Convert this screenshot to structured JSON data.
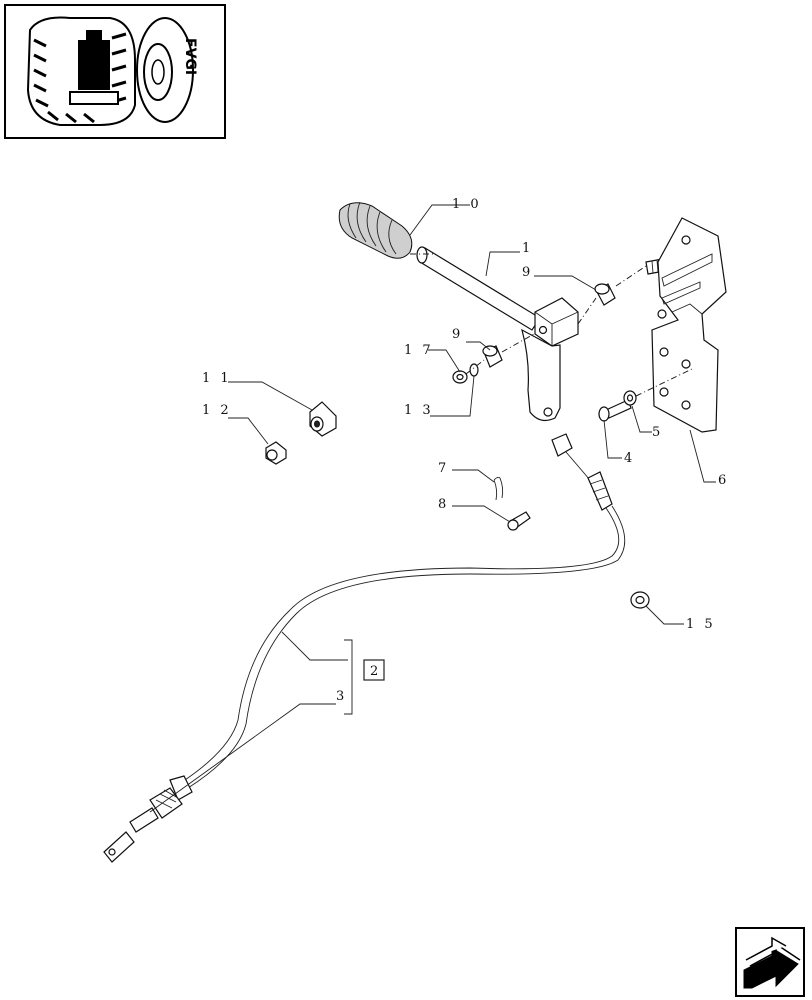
{
  "callouts": [
    {
      "id": "c10",
      "text": "1 0"
    },
    {
      "id": "c1",
      "text": "1"
    },
    {
      "id": "c9a",
      "text": "9"
    },
    {
      "id": "c9b",
      "text": "9"
    },
    {
      "id": "c17",
      "text": "1 7"
    },
    {
      "id": "c13",
      "text": "1 3"
    },
    {
      "id": "c11",
      "text": "1 1"
    },
    {
      "id": "c12",
      "text": "1 2"
    },
    {
      "id": "c7",
      "text": "7"
    },
    {
      "id": "c8",
      "text": "8"
    },
    {
      "id": "c4",
      "text": "4"
    },
    {
      "id": "c5",
      "text": "5"
    },
    {
      "id": "c6",
      "text": "6"
    },
    {
      "id": "c15",
      "text": "1 5"
    },
    {
      "id": "c3",
      "text": "3"
    }
  ],
  "kit_box_label": "2",
  "thumbnail_text": "FVGI",
  "icons": {
    "thumbnail": "tractor-thumbnail-icon",
    "nav": "next-page-arrow-icon"
  }
}
